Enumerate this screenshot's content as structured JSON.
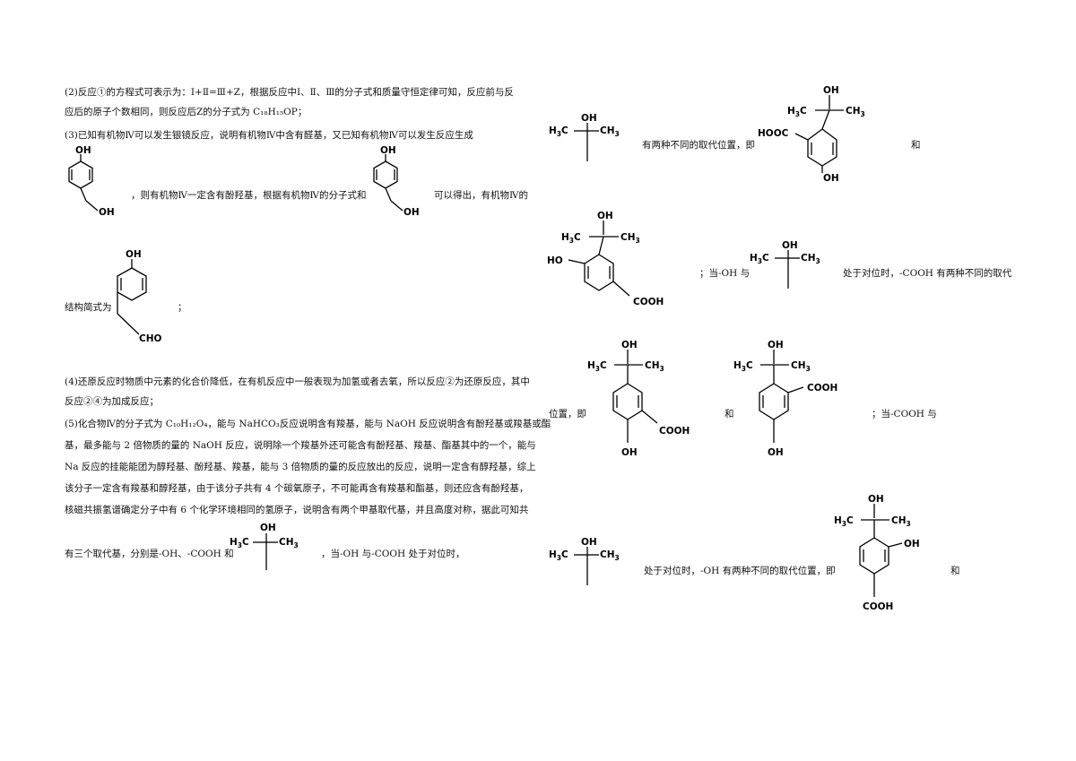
{
  "left": {
    "p2_line1": "(2)反应①的方程式可表示为：Ⅰ+Ⅱ=Ⅲ+Z，根据反应中Ⅰ、Ⅱ、Ⅲ的分子式和质量守恒定律可知，反应前与反",
    "p2_line2": "应后的原子个数相同，则反应后Z的分子式为 C₁₈H₁₅OP；",
    "p3_line1": "(3)已知有机物Ⅳ可以发生银镜反应，说明有机物Ⅳ中含有醛基，又已知有机物Ⅳ可以发生反应生成",
    "p3_line2a": "，则有机物Ⅳ一定含有酚羟基，根据有机物Ⅳ的分子式和",
    "p3_line2b": "可以得出，有机物Ⅳ的",
    "p3_line3a": "结构简式为",
    "p3_line3b": "；",
    "p4_line1": "(4)还原反应时物质中元素的化合价降低，在有机反应中一般表现为加氢或者去氧，所以反应②为还原反应，其中",
    "p4_line2": "反应②④为加成反应；",
    "p5_line1": "(5)化合物Ⅳ的分子式为 C₁₀H₁₂O₄，能与 NaHCO₃反应说明含有羧基，能与 NaOH 反应说明含有酚羟基或羧基或酯",
    "p5_line2": "基，最多能与 2 倍物质的量的 NaOH 反应，说明除一个羧基外还可能含有酚羟基、羧基、酯基其中的一个，能与",
    "p5_line3": "Na 反应的挂能能团为醇羟基、酚羟基、羧基，能与 3 倍物质的量的反应放出的反应，说明一定含有醇羟基，综上",
    "p5_line4": "该分子一定含有羧基和醇羟基，由于该分子共有 4 个碳氧原子，不可能再含有羧基和酯基，则还应含有酚羟基，",
    "p5_line5": "核磁共振氢谱确定分子中有 6 个化学环境相同的氢原子，说明含有两个甲基取代基，并且高度对称，据此可知共",
    "p5_line6a": "有三个取代基，分别是-OH、-COOH 和",
    "p5_line6b": "，当-OH 与-COOH 处于对位时，"
  },
  "right": {
    "r1_text": "有两种不同的取代位置，即",
    "r1_and": "和",
    "r2_text1": "；当-OH 与",
    "r2_text2": "处于对位时，-COOH 有两种不同的取代",
    "r3_text1": "位置，即",
    "r3_and": "和",
    "r3_text2": "；当-COOH 与",
    "r4_text": "处于对位时，-OH 有两种不同的取代位置，即",
    "r4_and": "和"
  },
  "labels": {
    "oh": "OH",
    "ho": "HO",
    "cho": "CHO",
    "cooh": "COOH",
    "hooc": "HOOC",
    "c_letter": "C",
    "h_letter": "H",
    "sub3": "3",
    "ch": "CH"
  }
}
